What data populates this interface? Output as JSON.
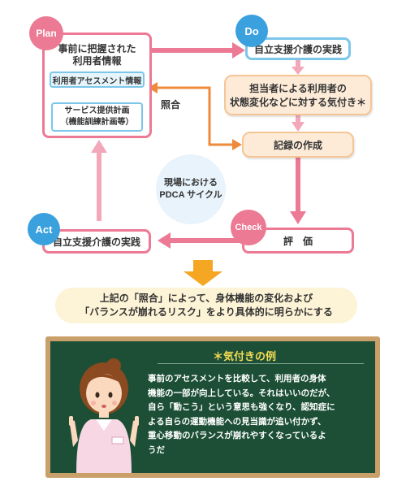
{
  "plan": {
    "badge": "Plan",
    "title_line1": "事前に把握された",
    "title_line2": "利用者情報",
    "assessment": "利用者アセスメント情報",
    "service_line1": "サービス提供計画",
    "service_line2": "（機能訓練計画等）"
  },
  "do": {
    "badge": "Do",
    "title": "自立支援介護の実践",
    "notice_line1": "担当者による利用者の",
    "notice_line2": "状態変化などに対する気付き＊",
    "record": "記録の作成"
  },
  "check": {
    "badge": "Check",
    "title": "評　価"
  },
  "act": {
    "badge": "Act",
    "title": "自立支援介護の実践"
  },
  "center": {
    "line1": "現場における",
    "line2": "PDCA サイクル"
  },
  "collation_label": "照合",
  "summary": {
    "line1": "上記の「照合」によって、身体機能の変化および",
    "line2": "「バランスが崩れるリスク」をより具体的に明らかにする"
  },
  "example": {
    "title": "＊気付きの例",
    "lines": [
      "事前のアセスメントを比較して、利用者の身体",
      "機能の一部が向上している。それはいいのだが、",
      "自ら「動こう」という意思も強くなり、認知症に",
      "よる自らの運動機能への見当識が追い付かず、",
      "重心移動のバランスが崩れやすくなっているよ",
      "うだ"
    ]
  },
  "colors": {
    "pink": "#ec7a94",
    "blue": "#3aa0de",
    "orange": "#ef8a3a",
    "chalkboard": "#1c4f36",
    "chalk_title": "#f5dc54"
  }
}
